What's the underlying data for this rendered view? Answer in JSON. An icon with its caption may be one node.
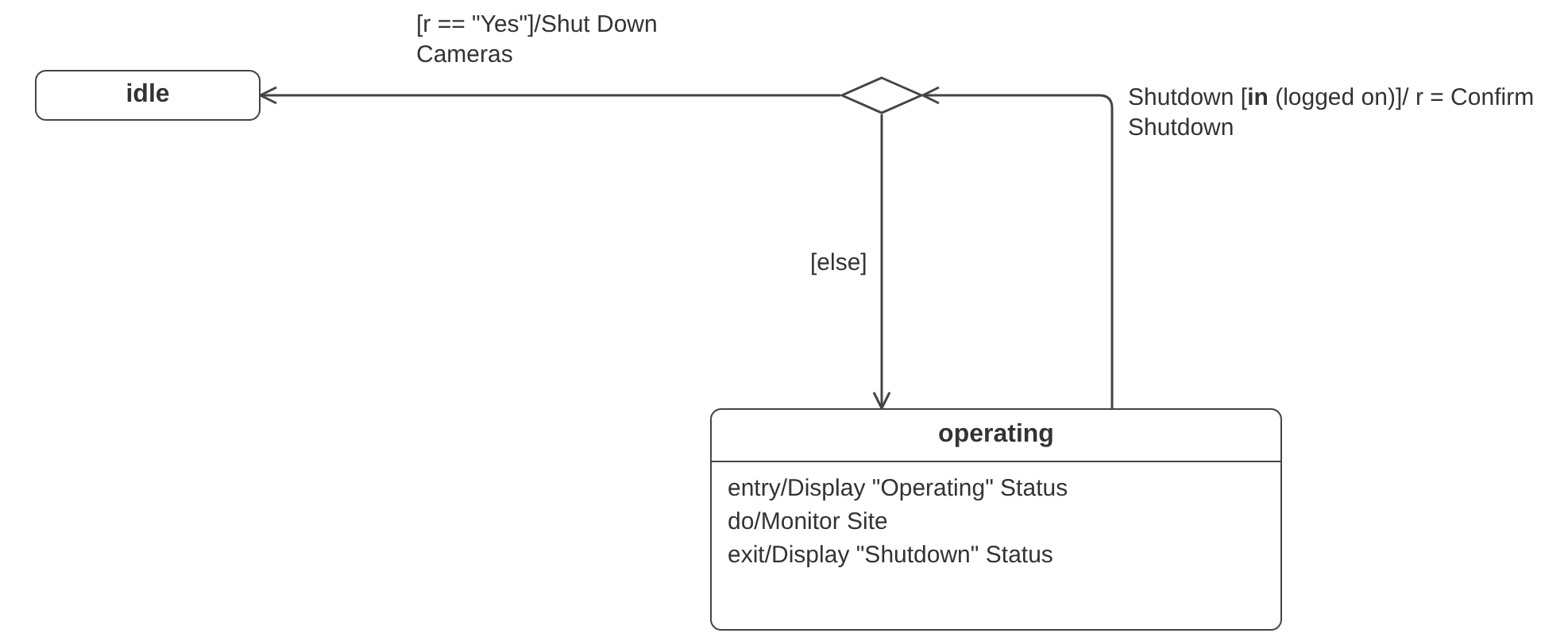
{
  "diagram": {
    "nodes": [
      {
        "text": [
          "idle"
        ]
      },
      {
        "text": [],
        "shape": "diamond"
      },
      {
        "text": [
          "operating",
          "entry/Display \"Operating\" Status",
          "do/Monitor Site",
          "exit/Display \"Shutdown\" Status"
        ]
      }
    ],
    "edges": [
      {
        "from": 1,
        "to": 0,
        "arrow": "to",
        "label": "[r == \"Yes\"]/Shut Down Cameras"
      },
      {
        "from": 1,
        "to": 2,
        "arrow": "to",
        "label": "[else]"
      },
      {
        "from": 2,
        "to": 1,
        "arrow": "to",
        "label": "Shutdown [**in** (logged on)]/ r = Confirm Shutdown"
      }
    ]
  }
}
